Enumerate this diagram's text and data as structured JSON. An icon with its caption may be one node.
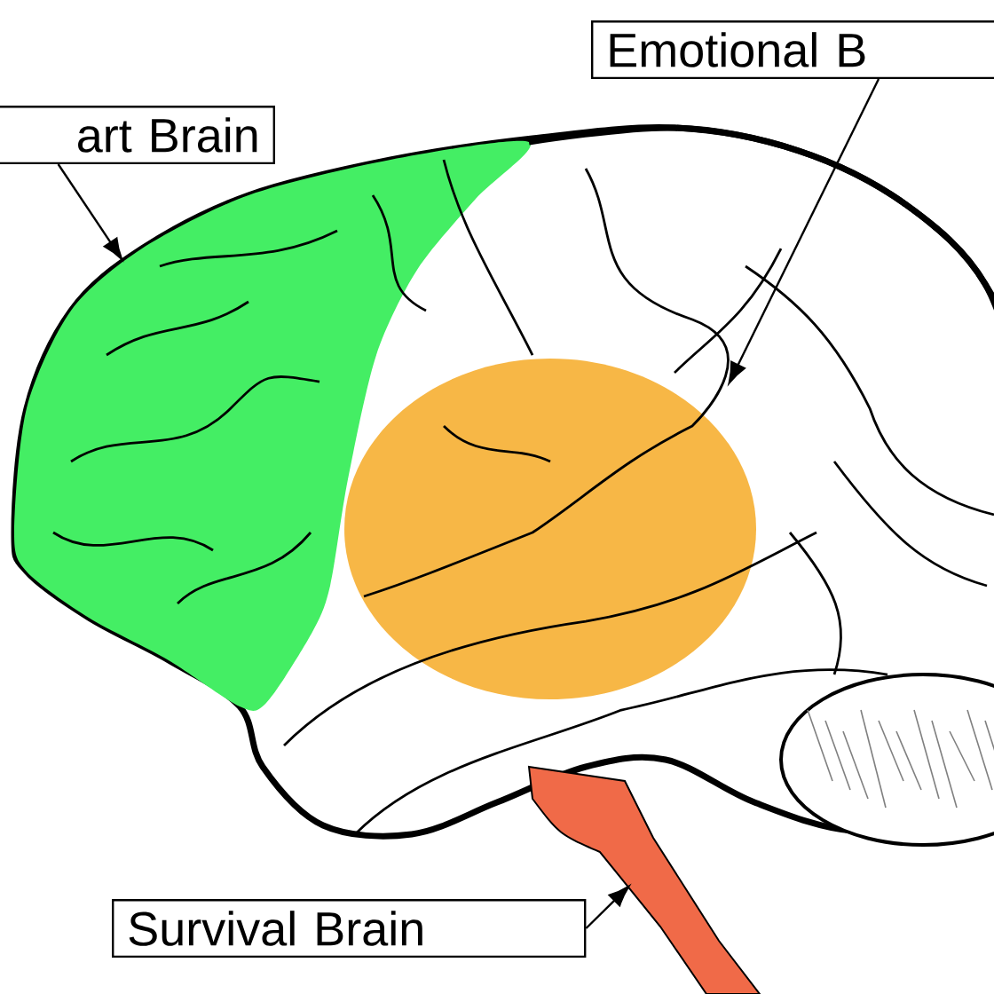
{
  "diagram": {
    "nodes": [
      {
        "text": [
          "art Brain"
        ]
      },
      {
        "text": [
          "Emotional B"
        ]
      },
      {
        "text": [
          "Survival Brain"
        ]
      },
      {
        "text": [],
        "shape": "picture"
      },
      {
        "text": [],
        "shape": "circle"
      },
      {
        "text": [],
        "shape": "bar"
      }
    ],
    "edges": [
      {
        "from": 0,
        "to": 3,
        "arrow": "to"
      },
      {
        "from": 1,
        "to": 4,
        "arrow": "to"
      },
      {
        "from": 2,
        "to": 5,
        "arrow": "to"
      }
    ]
  }
}
